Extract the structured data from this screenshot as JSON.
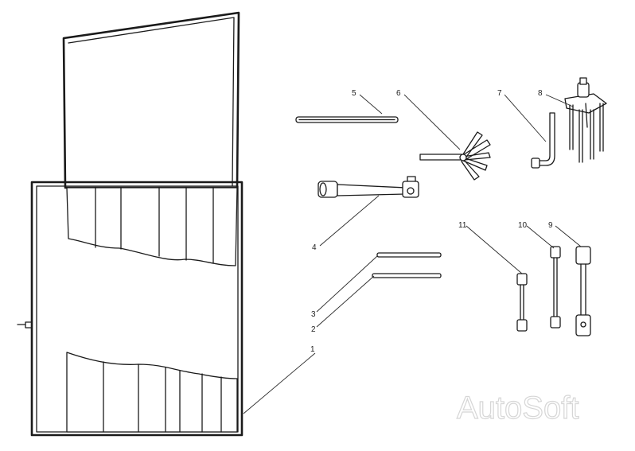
{
  "callouts": {
    "c1": "1",
    "c2": "2",
    "c3": "3",
    "c4": "4",
    "c5": "5",
    "c6": "6",
    "c7": "7",
    "c8": "8",
    "c9": "9",
    "c10": "10",
    "c11": "11"
  },
  "watermark": "AutoSoft",
  "colors": {
    "ink": "#1a1a1a",
    "paper": "#ffffff",
    "watermark": "#d6d6d6"
  }
}
